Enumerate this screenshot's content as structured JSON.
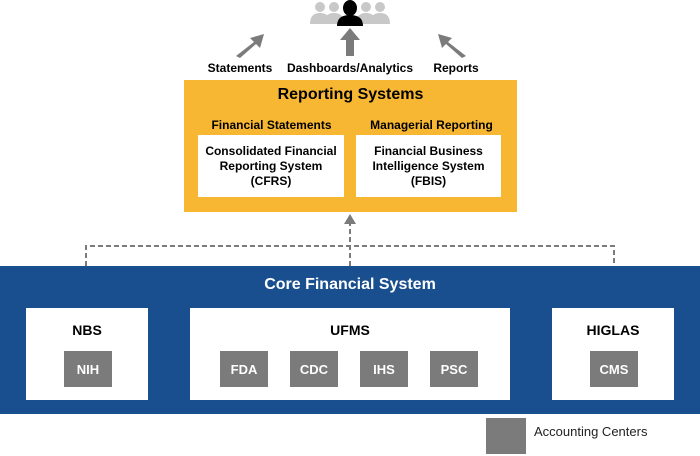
{
  "users_icon": {
    "name": "users-group-icon"
  },
  "outputs": [
    {
      "label": "Statements"
    },
    {
      "label": "Dashboards/Analytics"
    },
    {
      "label": "Reports"
    }
  ],
  "reporting_systems": {
    "title": "Reporting Systems",
    "color": "#f7b733",
    "groups": [
      {
        "label": "Financial Statements",
        "system": [
          "Consolidated Financial",
          "Reporting System",
          "(CFRS)"
        ]
      },
      {
        "label": "Managerial Reporting",
        "system": [
          "Financial Business",
          "Intelligence System",
          "(FBIS)"
        ]
      }
    ]
  },
  "core_financial_system": {
    "title": "Core Financial System",
    "color": "#1a4f8f",
    "systems": [
      {
        "name": "NBS",
        "centers": [
          "NIH"
        ]
      },
      {
        "name": "UFMS",
        "centers": [
          "FDA",
          "CDC",
          "IHS",
          "PSC"
        ]
      },
      {
        "name": "HIGLAS",
        "centers": [
          "CMS"
        ]
      }
    ]
  },
  "legend": {
    "label": "Accounting Centers",
    "color": "#7b7b7b"
  }
}
